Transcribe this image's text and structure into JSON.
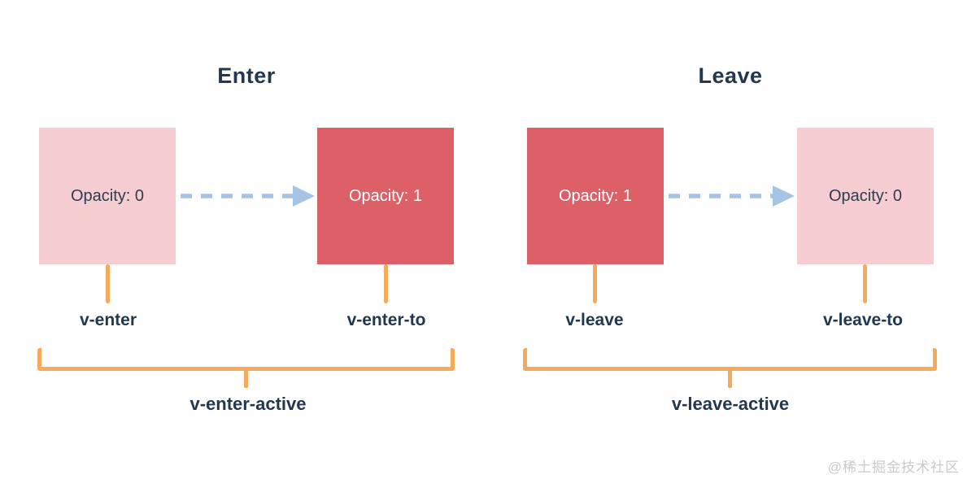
{
  "colors": {
    "pink": "#f6cdd0",
    "red": "#dd6067",
    "orange": "#f5a95a",
    "blue": "#a5c4e5",
    "navy": "#22384f",
    "box_text_dark": "#2d3c50",
    "box_text_light": "#ffffff",
    "watermark": "#c9c9c9"
  },
  "panels": [
    {
      "title": "Enter",
      "from": {
        "text": "Opacity: 0"
      },
      "to": {
        "text": "Opacity: 1"
      },
      "from_label": "v-enter",
      "to_label": "v-enter-to",
      "active_label": "v-enter-active"
    },
    {
      "title": "Leave",
      "from": {
        "text": "Opacity: 1"
      },
      "to": {
        "text": "Opacity: 0"
      },
      "from_label": "v-leave",
      "to_label": "v-leave-to",
      "active_label": "v-leave-active"
    }
  ],
  "watermark": "@稀土掘金技术社区"
}
